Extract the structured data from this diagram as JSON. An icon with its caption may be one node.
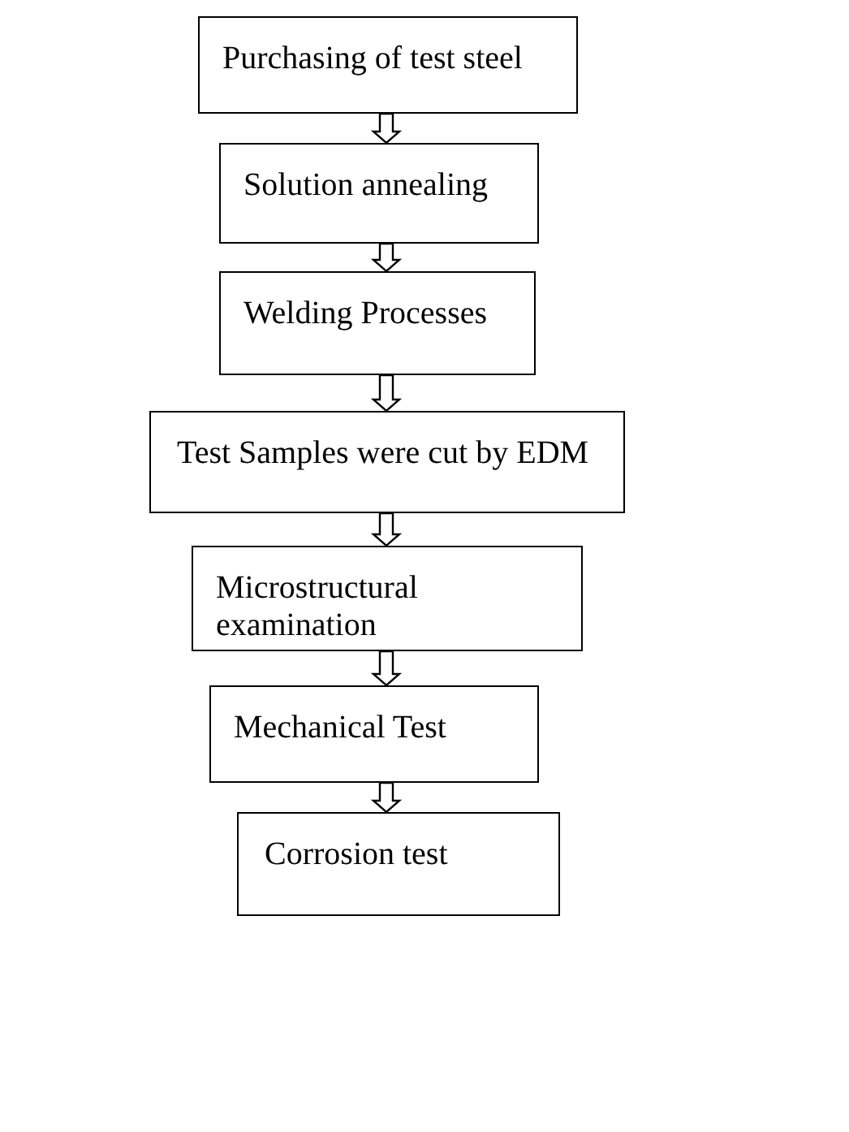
{
  "diagram": {
    "nodes": [
      {
        "text": [
          "Purchasing of test steel"
        ]
      },
      {
        "text": [
          "Solution annealing"
        ]
      },
      {
        "text": [
          "Welding Processes"
        ]
      },
      {
        "text": [
          "Test Samples were cut by EDM"
        ]
      },
      {
        "text": [
          "Microstructural examination"
        ]
      },
      {
        "text": [
          "Mechanical Test"
        ]
      },
      {
        "text": [
          "Corrosion test"
        ]
      }
    ],
    "edges": [
      {
        "from": 0,
        "to": 1,
        "arrow": "to"
      },
      {
        "from": 1,
        "to": 2,
        "arrow": "to"
      },
      {
        "from": 2,
        "to": 3,
        "arrow": "to"
      },
      {
        "from": 3,
        "to": 4,
        "arrow": "to"
      },
      {
        "from": 4,
        "to": 5,
        "arrow": "to"
      },
      {
        "from": 5,
        "to": 6,
        "arrow": "to"
      }
    ]
  }
}
